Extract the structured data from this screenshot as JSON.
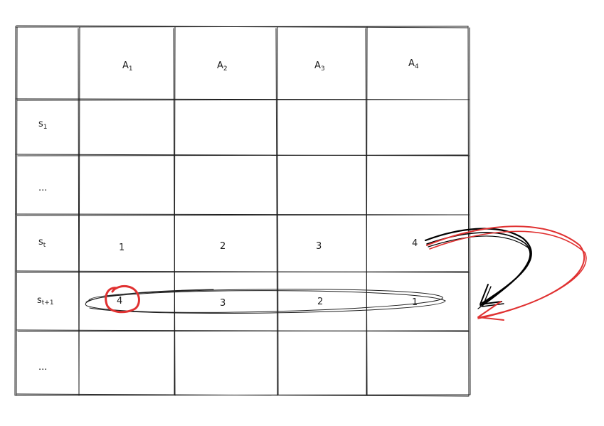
{
  "table": {
    "column_headers": [
      {
        "main": "A",
        "sub": "1"
      },
      {
        "main": "A",
        "sub": "2"
      },
      {
        "main": "A",
        "sub": "3"
      },
      {
        "main": "A",
        "sub": "4"
      }
    ],
    "row_headers": [
      {
        "main": "s",
        "sub": "1"
      },
      {
        "main": "...",
        "sub": ""
      },
      {
        "main": "s",
        "sub": "t"
      },
      {
        "main": "s",
        "sub": "t+1"
      },
      {
        "main": "...",
        "sub": ""
      }
    ],
    "cells": [
      [
        "",
        "",
        "",
        ""
      ],
      [
        "",
        "",
        "",
        ""
      ],
      [
        "1",
        "2",
        "3",
        "4"
      ],
      [
        "4",
        "3",
        "2",
        "1"
      ],
      [
        "",
        "",
        "",
        ""
      ]
    ]
  },
  "colors": {
    "ink": "#1e1e1e",
    "highlight": "#e03131",
    "arrow_black": "#000000"
  },
  "annotations": {
    "circled_cell": "s_{t+1} × A_1",
    "ellipse_row": "s_{t+1}",
    "arrow_from": "s_t × A_4",
    "arrow_to": "s_{t+1} row end"
  }
}
